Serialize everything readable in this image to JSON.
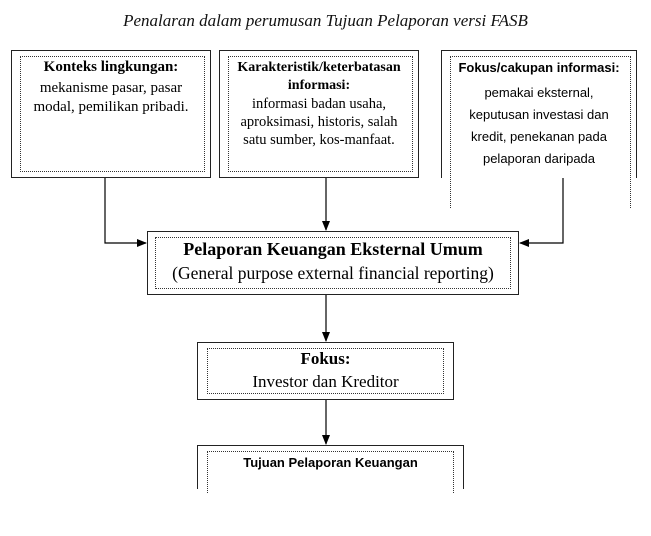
{
  "title": "Penalaran dalam perumusan Tujuan Pelaporan versi FASB",
  "boxes": {
    "context": {
      "heading": "Konteks lingkungan:",
      "body": "mekanisme pasar, pasar modal, pemilikan pribadi."
    },
    "characteristics": {
      "heading": "Karakteristik/keterbatasan informasi:",
      "body": "informasi badan usaha, aproksimasi, historis, salah satu sumber, kos-manfaat."
    },
    "focus_scope": {
      "heading": "Fokus/cakupan informasi:",
      "body": "pemakai eksternal, keputusan investasi dan kredit, penekanan pada pelaporan daripada"
    },
    "general_reporting": {
      "heading": "Pelaporan Keuangan Eksternal Umum",
      "body": "(General purpose external financial reporting)"
    },
    "focus": {
      "heading": "Fokus:",
      "body": "Investor dan Kreditor"
    },
    "objective": {
      "heading": "Tujuan Pelaporan Keuangan"
    }
  }
}
